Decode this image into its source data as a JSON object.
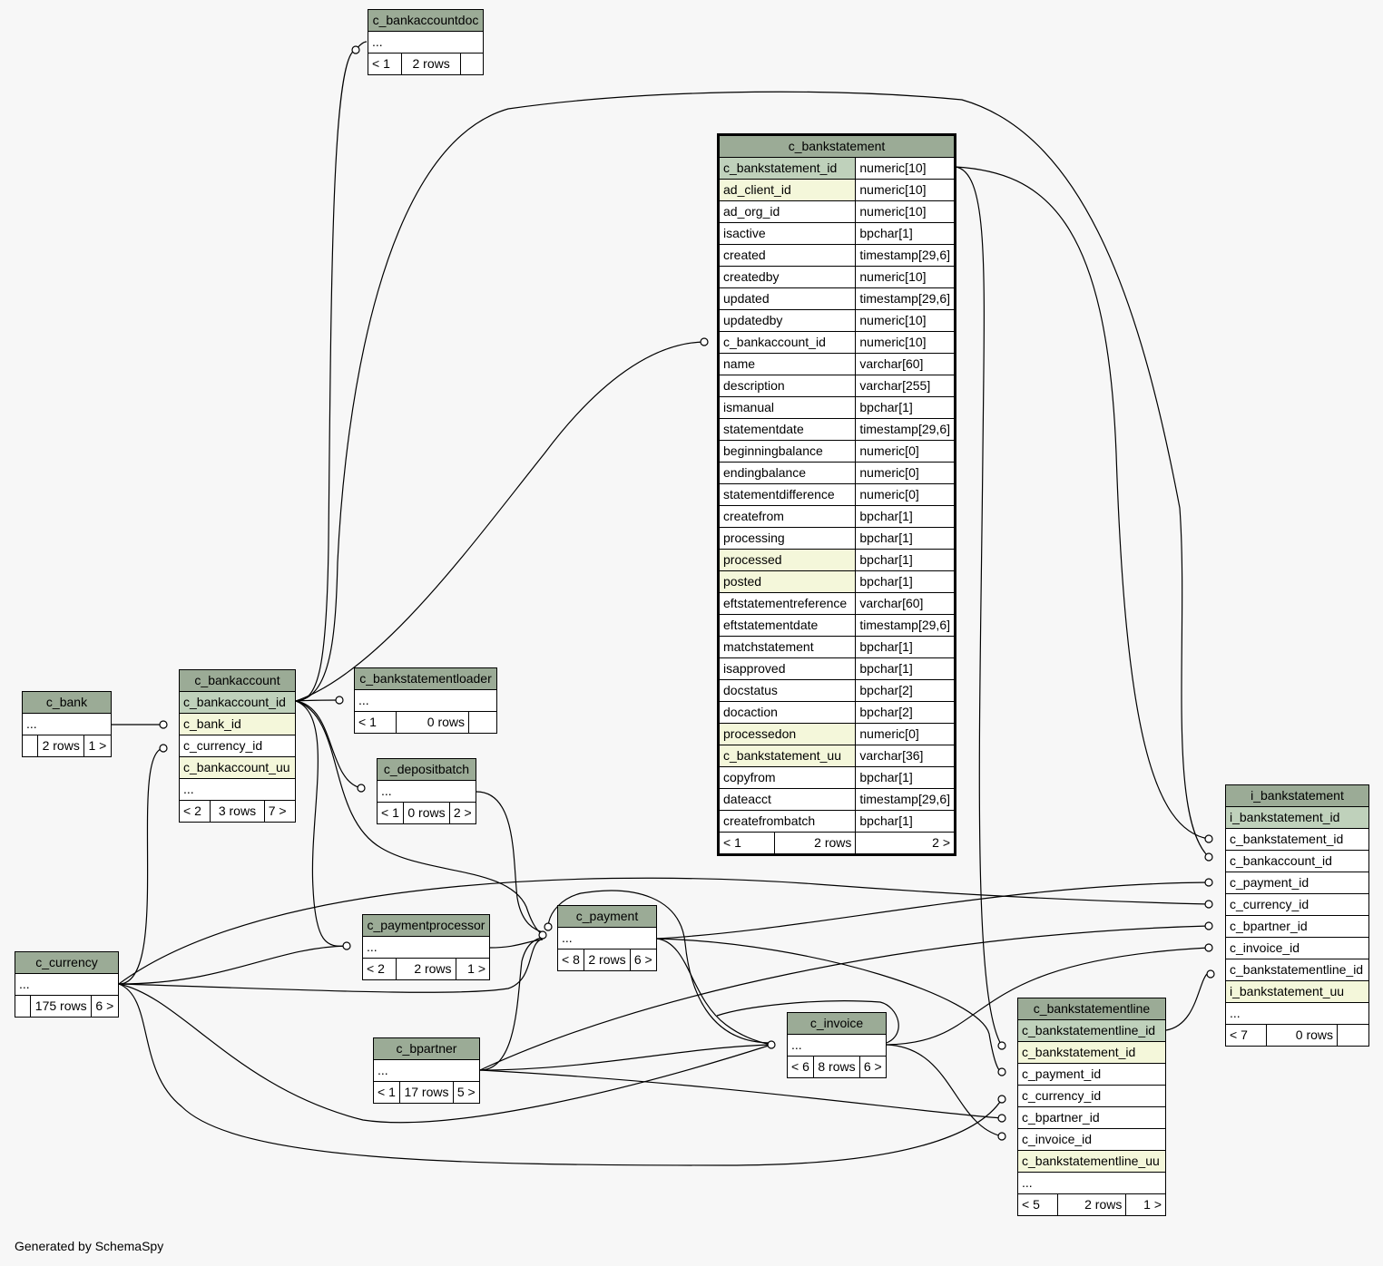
{
  "footer": "Generated by SchemaSpy",
  "tables": {
    "c_bankaccountdoc": {
      "name": "c_bankaccountdoc",
      "ellipsis": "...",
      "parents": "< 1",
      "rows": "2 rows",
      "children": ""
    },
    "c_bank": {
      "name": "c_bank",
      "ellipsis": "...",
      "parents": "",
      "rows": "2 rows",
      "children": "1 >"
    },
    "c_bankaccount": {
      "name": "c_bankaccount",
      "columns": [
        "c_bankaccount_id",
        "c_bank_id",
        "c_currency_id",
        "c_bankaccount_uu"
      ],
      "ellipsis": "...",
      "parents": "< 2",
      "rows": "3 rows",
      "children": "7 >"
    },
    "c_bankstatementloader": {
      "name": "c_bankstatementloader",
      "ellipsis": "...",
      "parents": "< 1",
      "rows": "0 rows",
      "children": ""
    },
    "c_depositbatch": {
      "name": "c_depositbatch",
      "ellipsis": "...",
      "parents": "< 1",
      "rows": "0 rows",
      "children": "2 >"
    },
    "c_paymentprocessor": {
      "name": "c_paymentprocessor",
      "ellipsis": "...",
      "parents": "< 2",
      "rows": "2 rows",
      "children": "1 >"
    },
    "c_payment": {
      "name": "c_payment",
      "ellipsis": "...",
      "parents": "< 8",
      "rows": "2 rows",
      "children": "6 >"
    },
    "c_currency": {
      "name": "c_currency",
      "ellipsis": "...",
      "parents": "",
      "rows": "175 rows",
      "children": "6 >"
    },
    "c_bpartner": {
      "name": "c_bpartner",
      "ellipsis": "...",
      "parents": "< 1",
      "rows": "17 rows",
      "children": "5 >"
    },
    "c_invoice": {
      "name": "c_invoice",
      "ellipsis": "...",
      "parents": "< 6",
      "rows": "8 rows",
      "children": "6 >"
    },
    "c_bankstatement": {
      "name": "c_bankstatement",
      "columns": [
        {
          "name": "c_bankstatement_id",
          "type": "numeric[10]"
        },
        {
          "name": "ad_client_id",
          "type": "numeric[10]"
        },
        {
          "name": "ad_org_id",
          "type": "numeric[10]"
        },
        {
          "name": "isactive",
          "type": "bpchar[1]"
        },
        {
          "name": "created",
          "type": "timestamp[29,6]"
        },
        {
          "name": "createdby",
          "type": "numeric[10]"
        },
        {
          "name": "updated",
          "type": "timestamp[29,6]"
        },
        {
          "name": "updatedby",
          "type": "numeric[10]"
        },
        {
          "name": "c_bankaccount_id",
          "type": "numeric[10]"
        },
        {
          "name": "name",
          "type": "varchar[60]"
        },
        {
          "name": "description",
          "type": "varchar[255]"
        },
        {
          "name": "ismanual",
          "type": "bpchar[1]"
        },
        {
          "name": "statementdate",
          "type": "timestamp[29,6]"
        },
        {
          "name": "beginningbalance",
          "type": "numeric[0]"
        },
        {
          "name": "endingbalance",
          "type": "numeric[0]"
        },
        {
          "name": "statementdifference",
          "type": "numeric[0]"
        },
        {
          "name": "createfrom",
          "type": "bpchar[1]"
        },
        {
          "name": "processing",
          "type": "bpchar[1]"
        },
        {
          "name": "processed",
          "type": "bpchar[1]"
        },
        {
          "name": "posted",
          "type": "bpchar[1]"
        },
        {
          "name": "eftstatementreference",
          "type": "varchar[60]"
        },
        {
          "name": "eftstatementdate",
          "type": "timestamp[29,6]"
        },
        {
          "name": "matchstatement",
          "type": "bpchar[1]"
        },
        {
          "name": "isapproved",
          "type": "bpchar[1]"
        },
        {
          "name": "docstatus",
          "type": "bpchar[2]"
        },
        {
          "name": "docaction",
          "type": "bpchar[2]"
        },
        {
          "name": "processedon",
          "type": "numeric[0]"
        },
        {
          "name": "c_bankstatement_uu",
          "type": "varchar[36]"
        },
        {
          "name": "copyfrom",
          "type": "bpchar[1]"
        },
        {
          "name": "dateacct",
          "type": "timestamp[29,6]"
        },
        {
          "name": "createfrombatch",
          "type": "bpchar[1]"
        }
      ],
      "parents": "< 1",
      "rows": "2 rows",
      "children": "2 >"
    },
    "i_bankstatement": {
      "name": "i_bankstatement",
      "columns": [
        "i_bankstatement_id",
        "c_bankstatement_id",
        "c_bankaccount_id",
        "c_payment_id",
        "c_currency_id",
        "c_bpartner_id",
        "c_invoice_id",
        "c_bankstatementline_id",
        "i_bankstatement_uu"
      ],
      "ellipsis": "...",
      "parents": "< 7",
      "rows": "0 rows",
      "children": ""
    },
    "c_bankstatementline": {
      "name": "c_bankstatementline",
      "columns": [
        "c_bankstatementline_id",
        "c_bankstatement_id",
        "c_payment_id",
        "c_currency_id",
        "c_bpartner_id",
        "c_invoice_id",
        "c_bankstatementline_uu"
      ],
      "ellipsis": "...",
      "parents": "< 5",
      "rows": "2 rows",
      "children": "1 >"
    }
  }
}
